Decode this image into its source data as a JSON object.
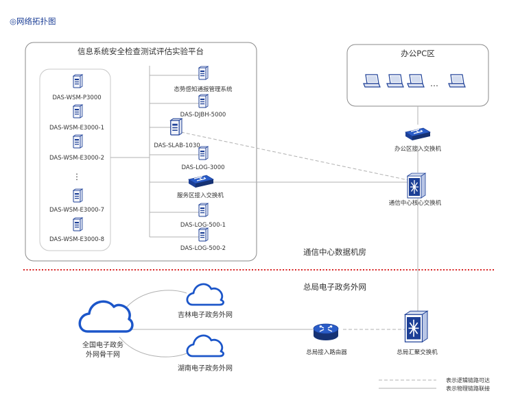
{
  "page": {
    "title": "◎网络拓扑图"
  },
  "zones": {
    "lab_title": "信息系统安全检查测试评估实验平台",
    "office_title": "办公PC区",
    "datacenter": "通信中心数据机房",
    "govnet": "总局电子政务外网"
  },
  "lab_left": {
    "devices": [
      "DAS-WSM-P3000",
      "DAS-WSM-E3000-1",
      "DAS-WSM-E3000-2",
      "DAS-WSM-E3000-7",
      "DAS-WSM-E3000-8"
    ],
    "ellipsis": "⋮"
  },
  "lab_right": {
    "devices": [
      "态势感知通报管理系统",
      "DAS-DJBH-5000",
      "DAS-SLAB-1030",
      "DAS-LOG-3000",
      "服务区接入交换机",
      "DAS-LOG-500-1",
      "DAS-LOG-500-2"
    ]
  },
  "office": {
    "ellipsis": "…",
    "switch": "办公区接入交换机"
  },
  "core": {
    "core_switch": "通信中心核心交换机",
    "agg_switch": "总局汇聚交换机",
    "router": "总局接入路由器"
  },
  "clouds": {
    "national": [
      "全国电子政务",
      "外网骨干网"
    ],
    "jilin": "吉林电子政务外网",
    "hunan": "湖南电子政务外网"
  },
  "legend": {
    "logical": "表示逻辑链路可达",
    "physical": "表示物理链路联接"
  }
}
